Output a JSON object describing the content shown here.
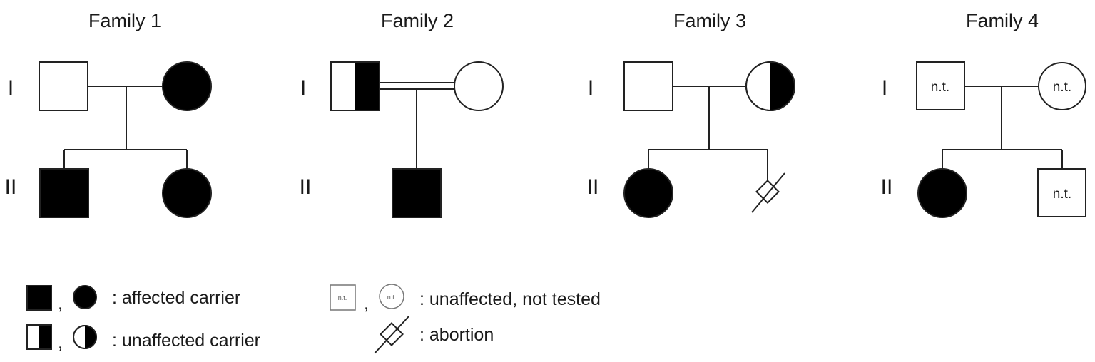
{
  "families": [
    {
      "title": "Family 1",
      "gen_I": "I",
      "gen_II": "II"
    },
    {
      "title": "Family 2",
      "gen_I": "I",
      "gen_II": "II"
    },
    {
      "title": "Family 3",
      "gen_I": "I",
      "gen_II": "II"
    },
    {
      "title": "Family 4",
      "gen_I": "I",
      "gen_II": "II"
    }
  ],
  "not_tested_label": "n.t.",
  "legend": {
    "separator": ",",
    "affected_carrier": ": affected carrier",
    "unaffected_carrier": ": unaffected carrier",
    "not_tested": ": unaffected, not tested",
    "abortion": ": abortion"
  },
  "colors": {
    "affected": "#000000",
    "unaffected": "#ffffff",
    "line": "#222222"
  }
}
